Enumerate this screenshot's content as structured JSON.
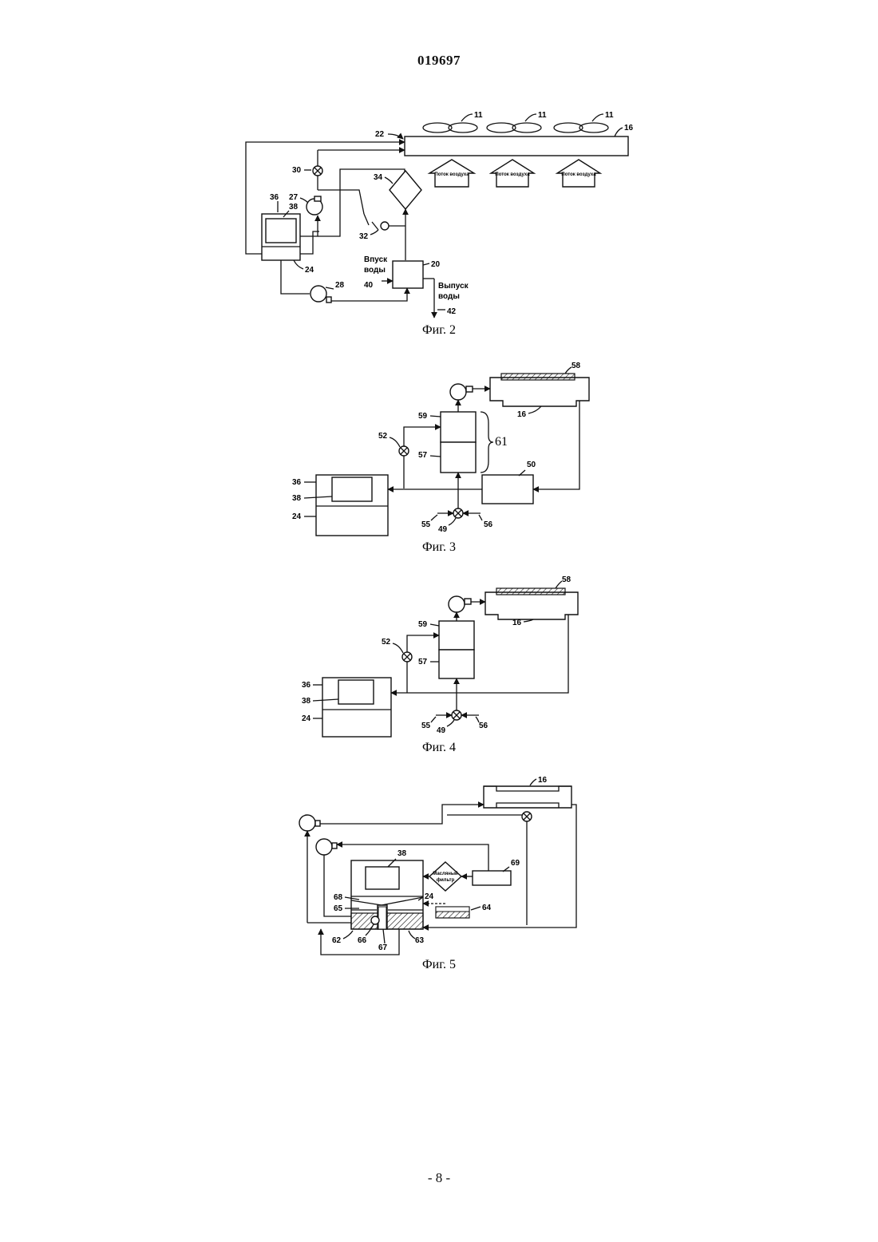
{
  "header": {
    "doc_number": "019697"
  },
  "footer": {
    "page_number": "- 8 -"
  },
  "fig2": {
    "caption": "Фиг. 2",
    "labels": {
      "l11a": "11",
      "l11b": "11",
      "l11c": "11",
      "l16": "16",
      "l22": "22",
      "l30": "30",
      "l27": "27",
      "l34": "34",
      "l36": "36",
      "l38": "38",
      "l32": "32",
      "l24": "24",
      "l20": "20",
      "l40": "40",
      "l28": "28",
      "l42": "42"
    },
    "airflow": [
      "Поток воздуха",
      "Поток воздуха",
      "Поток воздуха"
    ],
    "water_in": [
      "Впуск",
      "воды"
    ],
    "water_out": [
      "Выпуск",
      "воды"
    ]
  },
  "fig3": {
    "caption": "Фиг. 3",
    "labels": {
      "l58": "58",
      "l16": "16",
      "l59": "59",
      "l52": "52",
      "l61": "61",
      "l57": "57",
      "l50": "50",
      "l36": "36",
      "l38": "38",
      "l24": "24",
      "l55": "55",
      "l49": "49",
      "l56": "56"
    }
  },
  "fig4": {
    "caption": "Фиг. 4",
    "labels": {
      "l58": "58",
      "l16": "16",
      "l59": "59",
      "l52": "52",
      "l57": "57",
      "l36": "36",
      "l38": "38",
      "l24": "24",
      "l55": "55",
      "l49": "49",
      "l56": "56"
    }
  },
  "fig5": {
    "caption": "Фиг. 5",
    "labels": {
      "l16": "16",
      "l38": "38",
      "l69": "69",
      "l68": "68",
      "l24": "24",
      "l65": "65",
      "l64": "64",
      "l62": "62",
      "l66": "66",
      "l67": "67",
      "l63": "63"
    },
    "oil_filter": [
      "Масляный",
      "фильтр"
    ]
  }
}
